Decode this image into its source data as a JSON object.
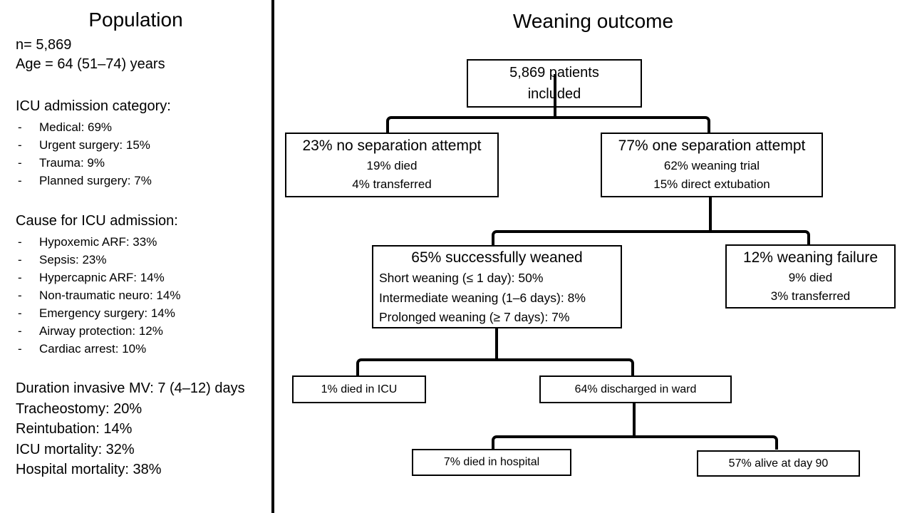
{
  "colors": {
    "background": "#ffffff",
    "text": "#000000",
    "line": "#000000"
  },
  "left_panel": {
    "title": "Population",
    "bullet": "-",
    "intro_lines": [
      "n= 5,869",
      "Age = 64 (51–74) years"
    ],
    "sections": [
      {
        "heading": "ICU admission category:",
        "items": [
          "Medical: 69%",
          "Urgent surgery: 15%",
          "Trauma: 9%",
          "Planned surgery: 7%"
        ]
      },
      {
        "heading": "Cause for ICU admission:",
        "items": [
          "Hypoxemic ARF: 33%",
          "Sepsis: 23%",
          "Hypercapnic ARF: 14%",
          "Non-traumatic neuro: 14%",
          "Emergency surgery: 14%",
          "Airway protection: 12%",
          "Cardiac arrest: 10%"
        ]
      }
    ],
    "summary_lines": [
      "Duration invasive MV: 7 (4–12) days",
      "Tracheostomy: 20%",
      "Reintubation: 14%",
      "ICU mortality: 32%",
      "Hospital mortality: 38%"
    ]
  },
  "flowchart": {
    "title": "Weaning outcome",
    "nodes": {
      "included": {
        "line1": "5,869 patients",
        "line2": "included"
      },
      "no_separation": {
        "title": "23% no separation attempt",
        "detail1": "19% died",
        "detail2": "4% transferred"
      },
      "one_separation": {
        "title": "77% one separation attempt",
        "detail1": "62% weaning trial",
        "detail2": "15% direct extubation"
      },
      "weaned": {
        "title": "65% successfully weaned",
        "detail1": "Short weaning (≤ 1 day): 50%",
        "detail2": "Intermediate weaning (1–6 days): 8%",
        "detail3": "Prolonged weaning (≥ 7 days): 7%"
      },
      "failure": {
        "title": "12% weaning failure",
        "detail1": "9% died",
        "detail2": "3% transferred"
      },
      "died_icu": {
        "label": "1% died in ICU"
      },
      "ward": {
        "label": "64% discharged in ward"
      },
      "died_hospital": {
        "label": "7% died in hospital"
      },
      "alive_day90": {
        "label": "57% alive at day 90"
      }
    }
  }
}
